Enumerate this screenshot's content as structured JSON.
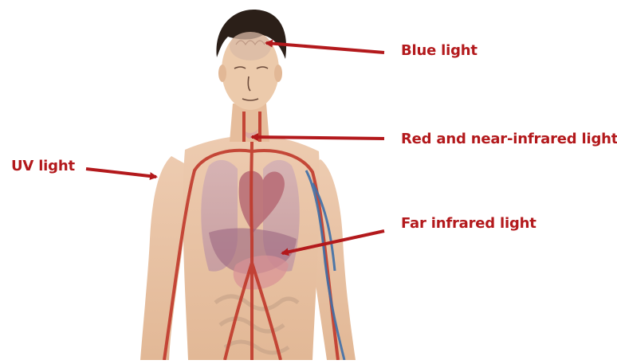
{
  "labels": {
    "blue": "Blue light",
    "red_nir": "Red and near-infrared light",
    "far_ir": "Far infrared light",
    "uv": "UV light"
  },
  "colors": {
    "label_and_arrow": "#b3191c",
    "skin": "#e9c3a4",
    "artery": "#c0392b",
    "vein": "#3e6fa8",
    "hair": "#2b1f18"
  },
  "figure": {
    "subject": "human torso with semi-transparent anatomy (brain, thyroid, lungs, heart, liver, blood vessels)"
  }
}
